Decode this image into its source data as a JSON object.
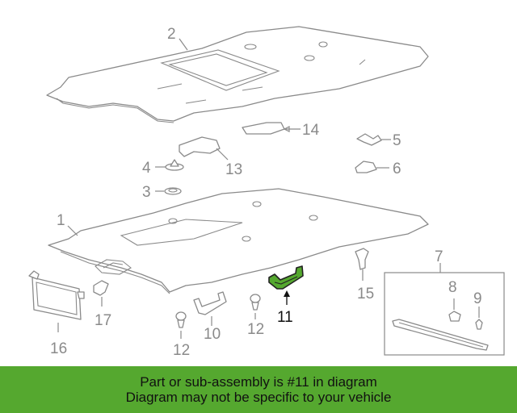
{
  "diagram": {
    "callouts": {
      "c1": "1",
      "c2": "2",
      "c3": "3",
      "c4": "4",
      "c5": "5",
      "c6": "6",
      "c7": "7",
      "c8": "8",
      "c9": "9",
      "c10": "10",
      "c11": "11",
      "c12a": "12",
      "c12b": "12",
      "c13": "13",
      "c14": "14",
      "c15": "15",
      "c16": "16",
      "c17": "17"
    },
    "colors": {
      "highlight": "#55a82f",
      "line": "#8a8a8a"
    }
  },
  "banner": {
    "line1": "Part or sub-assembly is #11 in diagram",
    "line2": "Diagram may not be specific to your vehicle"
  }
}
